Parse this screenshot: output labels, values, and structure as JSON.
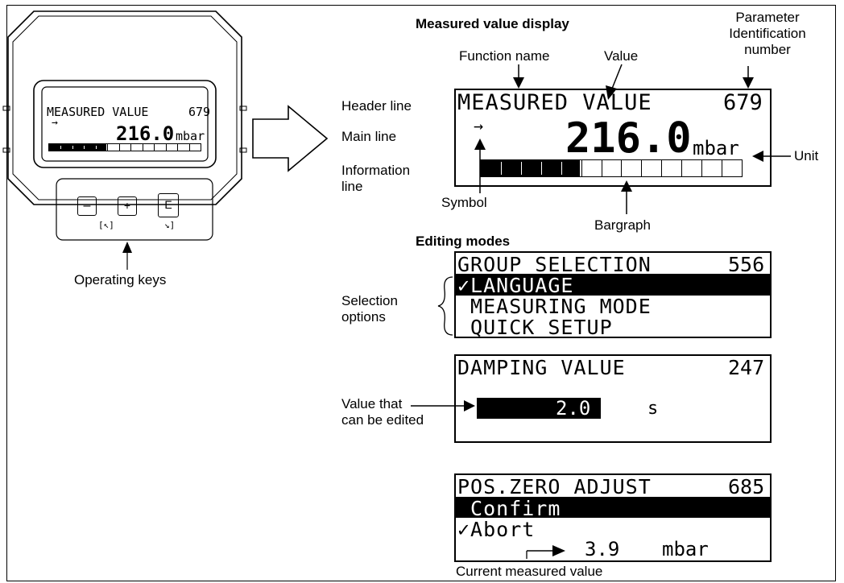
{
  "device": {
    "header_name": "MEASURED VALUE",
    "header_id": "679",
    "symbol": "→",
    "value": "216.0",
    "unit": "mbar",
    "keys": [
      "–",
      "+",
      "E"
    ],
    "key_hints": [
      "[↖]",
      "↘]"
    ],
    "caption": "Operating keys"
  },
  "measured_display": {
    "title": "Measured value display",
    "function_name_label": "Function name",
    "value_label": "Value",
    "param_id_label": "Parameter\nIdentification\nnumber",
    "header_line_label": "Header line",
    "main_line_label": "Main line",
    "info_line_label": "Information\nline",
    "symbol_label": "Symbol",
    "bargraph_label": "Bargraph",
    "unit_label": "Unit",
    "lcd": {
      "header_name": "MEASURED VALUE",
      "header_id": "679",
      "symbol": "→",
      "value": "216.0",
      "unit": "mbar",
      "bargraph_fill": 0.38
    }
  },
  "editing_modes": {
    "title": "Editing modes",
    "selection_label": "Selection\noptions",
    "value_edit_label": "Value that\ncan be edited",
    "current_value_label": "Current measured value",
    "group_selection": {
      "header_name": "GROUP SELECTION",
      "header_id": "556",
      "options": [
        "✓LANGUAGE",
        " MEASURING MODE",
        " QUICK SETUP"
      ]
    },
    "damping": {
      "header_name": "DAMPING VALUE",
      "header_id": "247",
      "value": "2.0",
      "unit": "s"
    },
    "zero_adjust": {
      "header_name": "POS.ZERO ADJUST",
      "header_id": "685",
      "options": [
        " Confirm",
        "✓Abort"
      ],
      "current_value": "3.9",
      "current_unit": "mbar"
    }
  }
}
